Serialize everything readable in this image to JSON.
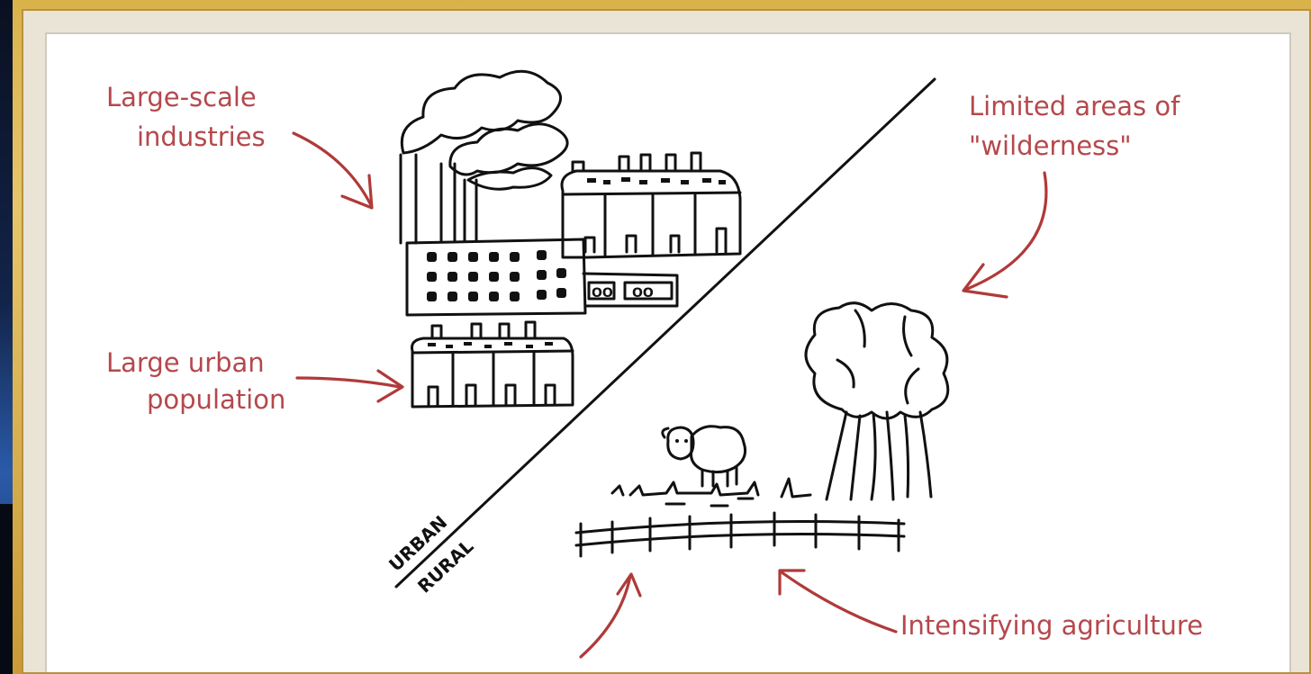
{
  "labels": {
    "industries_l1": "Large-scale",
    "industries_l2": "industries",
    "urban_l1": "Large urban",
    "urban_l2": "population",
    "wilderness_l1": "Limited areas of",
    "wilderness_l2": "\"wilderness\"",
    "agriculture": "Intensifying agriculture"
  },
  "divider": {
    "upper": "URBAN",
    "lower": "RURAL"
  },
  "colors": {
    "annotation": "#b5484c",
    "arrow": "#b03a3a",
    "ink": "#111111",
    "frame": "#d9b24a"
  }
}
